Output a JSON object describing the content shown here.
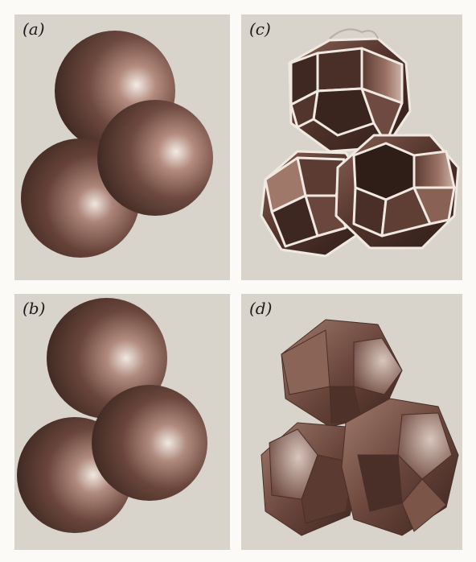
{
  "panels": {
    "a": {
      "label": "(a)"
    },
    "b": {
      "label": "(b)"
    },
    "c": {
      "label": "(c)"
    },
    "d": {
      "label": "(d)"
    }
  },
  "colors": {
    "panel_bg": "#d8d3cb",
    "sphere_dark": "#3b2620",
    "sphere_mid": "#6e4a40",
    "sphere_light": "#f2ece6",
    "edge_white": "#efe9e2",
    "label_ink": "#1e1a17"
  }
}
